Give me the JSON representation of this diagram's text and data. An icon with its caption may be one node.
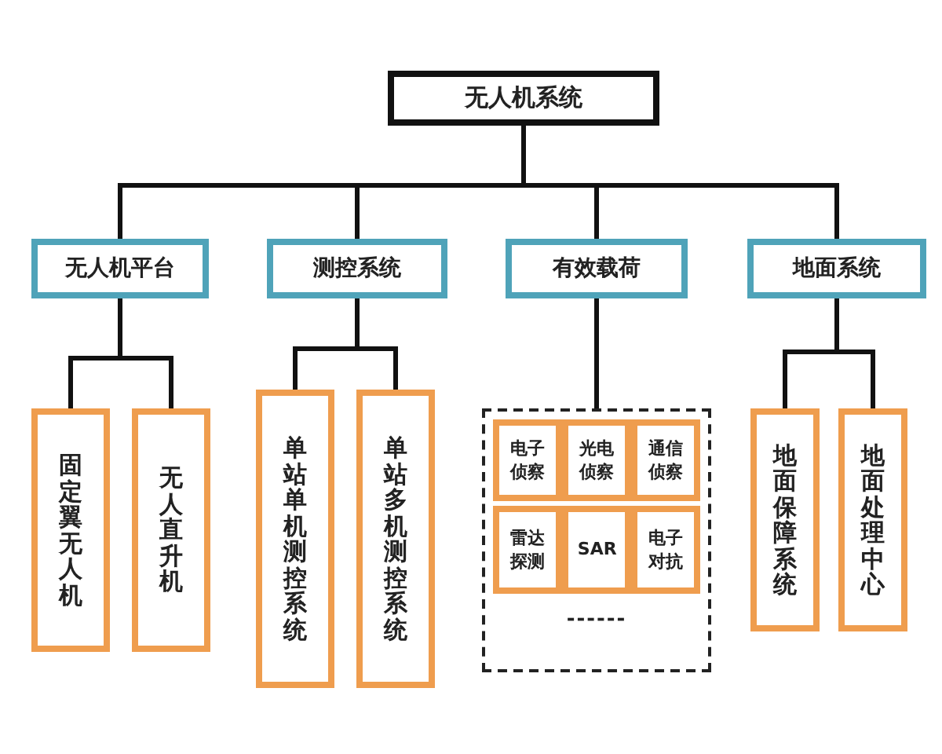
{
  "diagram": {
    "nodes": [
      {
        "text": [
          "无人机系统"
        ]
      },
      {
        "text": [
          "无人机平台"
        ]
      },
      {
        "text": [
          "测控系统"
        ]
      },
      {
        "text": [
          "有效载荷"
        ]
      },
      {
        "text": [
          "地面系统"
        ]
      },
      {
        "text": [
          "固定翼无人机"
        ]
      },
      {
        "text": [
          "无人直升机"
        ]
      },
      {
        "text": [
          "单站单机测控系统"
        ]
      },
      {
        "text": [
          "单站多机测控系统"
        ]
      },
      {
        "text": [],
        "shape": "box"
      },
      {
        "text": [
          "电子侦察"
        ],
        "in": 9
      },
      {
        "text": [
          "光电侦察"
        ],
        "in": 9
      },
      {
        "text": [
          "通信侦察"
        ],
        "in": 9
      },
      {
        "text": [
          "雷达探测"
        ],
        "in": 9
      },
      {
        "text": [
          "SAR"
        ],
        "in": 9
      },
      {
        "text": [
          "电子对抗"
        ],
        "in": 9
      },
      {
        "text": [
          "地面保障系统"
        ]
      },
      {
        "text": [
          "地面处理中心"
        ]
      }
    ],
    "edges": [
      {
        "from": 0,
        "to": 1,
        "arrow": "none"
      },
      {
        "from": 0,
        "to": 2,
        "arrow": "none"
      },
      {
        "from": 0,
        "to": 3,
        "arrow": "none"
      },
      {
        "from": 0,
        "to": 4,
        "arrow": "none"
      },
      {
        "from": 1,
        "to": 5,
        "arrow": "none"
      },
      {
        "from": 1,
        "to": 6,
        "arrow": "none"
      },
      {
        "from": 2,
        "to": 7,
        "arrow": "none"
      },
      {
        "from": 2,
        "to": 8,
        "arrow": "none"
      },
      {
        "from": 3,
        "to": 9,
        "arrow": "none"
      },
      {
        "from": 4,
        "to": 16,
        "arrow": "none"
      },
      {
        "from": 4,
        "to": 17,
        "arrow": "none"
      }
    ],
    "labels": [
      "------"
    ]
  }
}
